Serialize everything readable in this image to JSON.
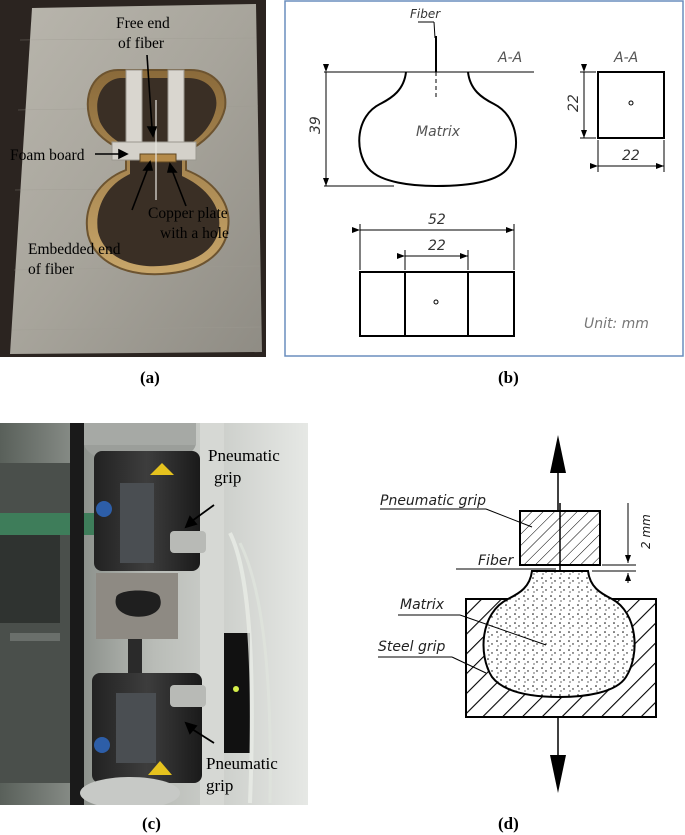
{
  "figure": {
    "panels": {
      "a": {
        "caption": "(a)",
        "labels": {
          "free_end_1": "Free end",
          "free_end_2": "of fiber",
          "foam_board": "Foam board",
          "copper_1": "Copper plate",
          "copper_2": "with a hole",
          "embedded_1": "Embedded end",
          "embedded_2": "of fiber"
        }
      },
      "b": {
        "caption": "(b)",
        "labels": {
          "fiber": "Fiber",
          "section_1": "A-A",
          "section_2": "A-A",
          "matrix": "Matrix",
          "dim_39": "39",
          "dim_22_v": "22",
          "dim_22_h": "22",
          "dim_52": "52",
          "dim_22_bottom": "22",
          "unit": "Unit: mm"
        }
      },
      "c": {
        "caption": "(c)",
        "labels": {
          "top_grip_1": "Pneumatic",
          "top_grip_2": "grip",
          "bottom_grip_1": "Pneumatic",
          "bottom_grip_2": "grip"
        }
      },
      "d": {
        "caption": "(d)",
        "labels": {
          "pneumatic_grip": "Pneumatic grip",
          "fiber": "Fiber",
          "matrix": "Matrix",
          "steel_grip": "Steel grip",
          "dim_2mm": "2 mm"
        }
      }
    }
  }
}
